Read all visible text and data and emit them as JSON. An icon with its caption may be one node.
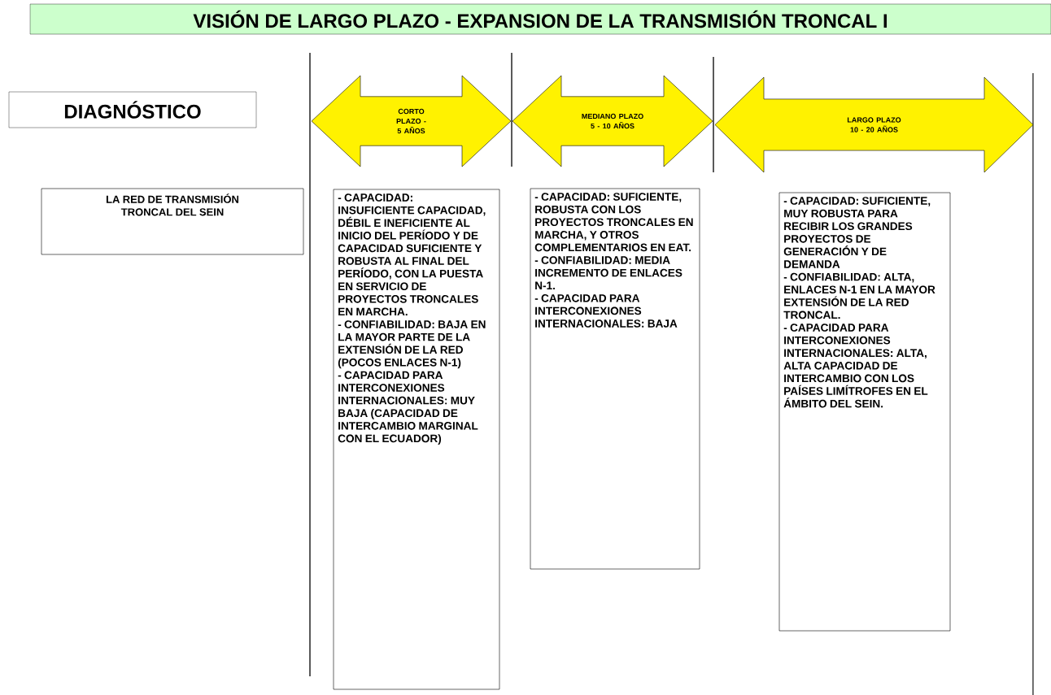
{
  "diagram": {
    "nodes": [
      {
        "text": [
          "VISIÓN DE LARGO PLAZO - EXPANSION DE LA TRANSMISIÓN TRONCAL I"
        ]
      },
      {
        "text": [
          "DIAGNÓSTICO"
        ]
      },
      {
        "text": [
          "CORTO PLAZO - 5 AÑOS"
        ]
      },
      {
        "text": [
          "MEDIANO PLAZO 5 - 10 AÑOS"
        ]
      },
      {
        "text": [
          "LARGO PLAZO 10 - 20 AÑOS"
        ]
      },
      {
        "text": [
          "LA RED DE TRANSMISIÓN TRONCAL DEL SEIN"
        ]
      },
      {
        "text": [
          "- CAPACIDAD: INSUFICIENTE CAPACIDAD, DÉBIL E INEFICIENTE AL INICIO DEL PERÍODO Y DE CAPACIDAD SUFICIENTE Y ROBUSTA AL FINAL DEL PERÍODO, CON LA PUESTA EN SERVICIO DE PROYECTOS TRONCALES EN MARCHA.",
          "- CONFIABILIDAD: BAJA EN LA MAYOR PARTE DE LA EXTENSIÓN DE LA RED (POCOS ENLACES N-1)",
          "- CAPACIDAD PARA INTERCONEXIONES INTERNACIONALES: MUY BAJA (CAPACIDAD DE INTERCAMBIO MARGINAL CON EL ECUADOR)"
        ]
      },
      {
        "text": [
          "- CAPACIDAD: SUFICIENTE, ROBUSTA CON LOS PROYECTOS TRONCALES EN MARCHA, Y OTROS COMPLEMENTARIOS EN EAT.",
          "- CONFIABILIDAD: MEDIA INCREMENTO DE ENLACES N-1.",
          "- CAPACIDAD PARA INTERCONEXIONES INTERNACIONALES: BAJA"
        ]
      },
      {
        "text": [
          "- CAPACIDAD: SUFICIENTE, MUY ROBUSTA PARA RECIBIR LOS GRANDES PROYECTOS DE GENERACIÓN Y DE DEMANDA",
          "- CONFIABILIDAD: ALTA, ENLACES N-1 EN LA MAYOR EXTENSIÓN DE LA RED TRONCAL.",
          "- CAPACIDAD PARA INTERCONEXIONES INTERNACIONALES: ALTA, ALTA CAPACIDAD DE INTERCAMBIO CON LOS PAÍSES LIMÍTROFES EN EL ÁMBITO DEL SEIN."
        ]
      }
    ]
  }
}
